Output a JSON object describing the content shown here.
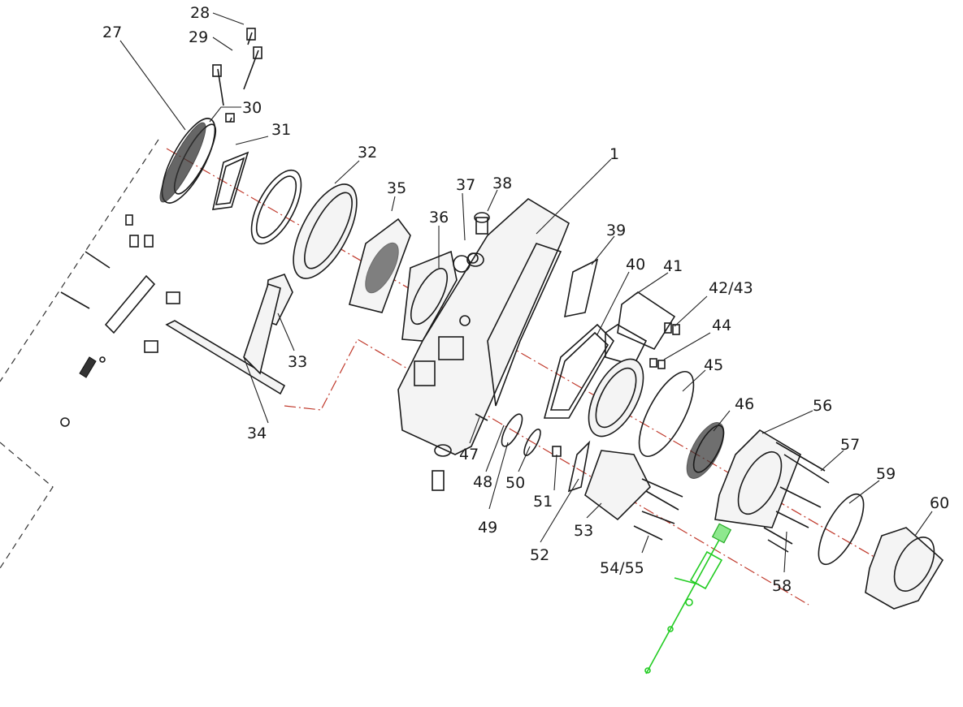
{
  "callouts": [
    {
      "id": "c28",
      "text": "28"
    },
    {
      "id": "c29",
      "text": "29"
    },
    {
      "id": "c27",
      "text": "27"
    },
    {
      "id": "c30",
      "text": "30"
    },
    {
      "id": "c31",
      "text": "31"
    },
    {
      "id": "c32",
      "text": "32"
    },
    {
      "id": "c1",
      "text": "1"
    },
    {
      "id": "c35",
      "text": "35"
    },
    {
      "id": "c37",
      "text": "37"
    },
    {
      "id": "c38",
      "text": "38"
    },
    {
      "id": "c36",
      "text": "36"
    },
    {
      "id": "c39",
      "text": "39"
    },
    {
      "id": "c40",
      "text": "40"
    },
    {
      "id": "c41",
      "text": "41"
    },
    {
      "id": "c4243",
      "text": "42/43"
    },
    {
      "id": "c44",
      "text": "44"
    },
    {
      "id": "c33",
      "text": "33"
    },
    {
      "id": "c45",
      "text": "45"
    },
    {
      "id": "c46",
      "text": "46"
    },
    {
      "id": "c56",
      "text": "56"
    },
    {
      "id": "c34",
      "text": "34"
    },
    {
      "id": "c47",
      "text": "47"
    },
    {
      "id": "c57",
      "text": "57"
    },
    {
      "id": "c48",
      "text": "48"
    },
    {
      "id": "c50",
      "text": "50"
    },
    {
      "id": "c59",
      "text": "59"
    },
    {
      "id": "c51",
      "text": "51"
    },
    {
      "id": "c60",
      "text": "60"
    },
    {
      "id": "c49",
      "text": "49"
    },
    {
      "id": "c53",
      "text": "53"
    },
    {
      "id": "c52",
      "text": "52"
    },
    {
      "id": "c5455",
      "text": "54/55"
    },
    {
      "id": "c58",
      "text": "58"
    }
  ]
}
